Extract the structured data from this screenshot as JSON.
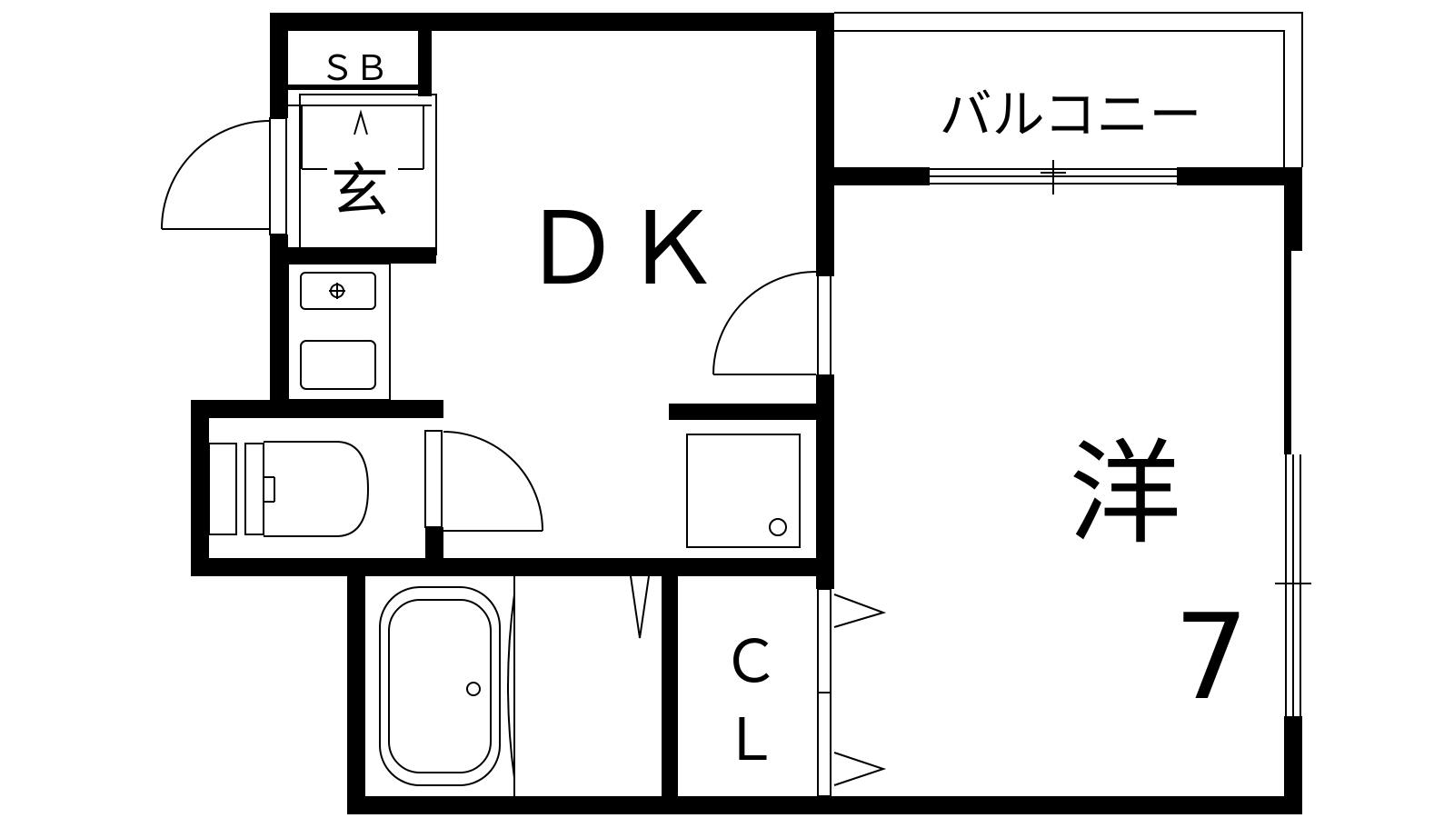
{
  "floor_plan": {
    "rooms": {
      "storage_sb": "ＳＢ",
      "entrance": "玄",
      "dining_kitchen": "ＤＫ",
      "balcony": "バルコニー",
      "western_room": "洋",
      "western_room_size": "7",
      "closet_c": "Ｃ",
      "closet_l": "Ｌ"
    }
  }
}
